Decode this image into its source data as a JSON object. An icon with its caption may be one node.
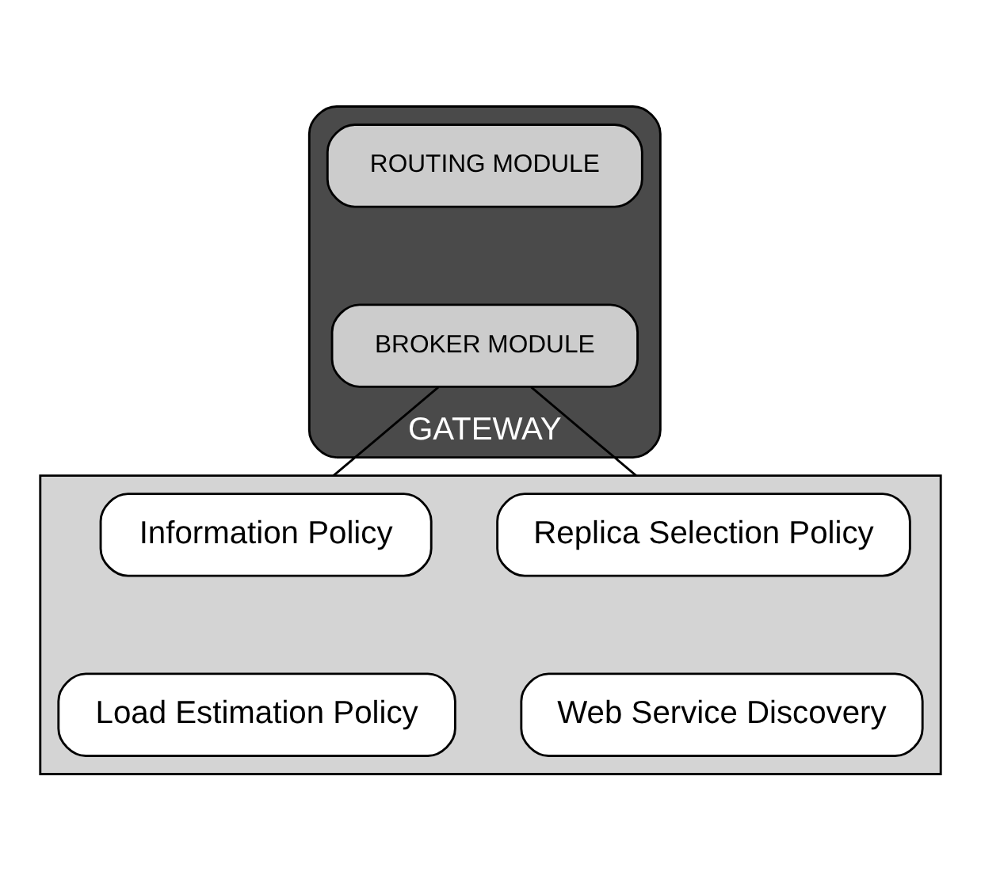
{
  "diagram": {
    "nodes": [
      {
        "text": [
          "GATEWAY"
        ]
      },
      {
        "text": [
          "ROUTING MODULE"
        ],
        "in": 0
      },
      {
        "text": [
          "BROKER MODULE"
        ],
        "in": 0
      },
      {
        "text": [],
        "shape": "box"
      },
      {
        "text": [
          "Information Policy"
        ],
        "in": 3
      },
      {
        "text": [
          "Replica Selection Policy"
        ],
        "in": 3
      },
      {
        "text": [
          "Load Estimation Policy"
        ],
        "in": 3
      },
      {
        "text": [
          "Web Service Discovery"
        ],
        "in": 3
      }
    ],
    "edges": [
      {
        "from": 2,
        "to": 3,
        "arrow": "none"
      },
      {
        "from": 2,
        "to": 3,
        "arrow": "none"
      }
    ]
  }
}
